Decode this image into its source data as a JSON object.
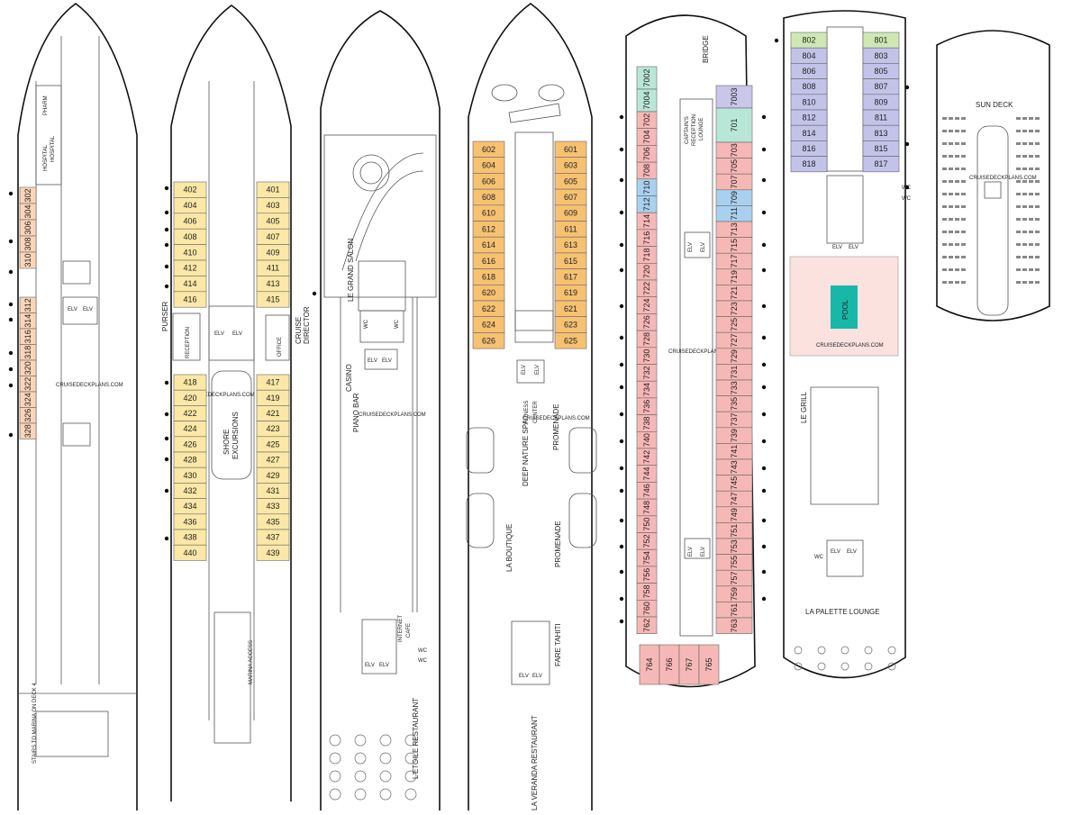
{
  "colors": {
    "deck3_cabin": "#f9d6b8",
    "deck4_cabin": "#fbe8a6",
    "deck6_cabin": "#f7c172",
    "deck7_cabin": "#f6b8b6",
    "deck7_blue": "#a9d1ef",
    "deck7_green": "#b9e7d7",
    "deck7_lilac": "#c9c6ea",
    "deck8_cabin": "#c3c3ea",
    "deck8_green": "#cfe8b3",
    "pool": "#18b7a9"
  },
  "deck3": {
    "labels": {
      "hospital": "HOSPITAL",
      "pharm": "PHARM",
      "hospital2": "HOSPITAL",
      "elv": "ELV",
      "stairs": "STAIRS TO MARINA ON DECK 4",
      "wm": "CRUISEDECKPLANS.COM"
    },
    "port": [
      "302",
      "304",
      "306",
      "308",
      "310",
      "312",
      "314",
      "316",
      "318",
      "320",
      "322",
      "324",
      "326",
      "328"
    ],
    "star": []
  },
  "deck4": {
    "labels": {
      "purser": "PURSER",
      "reception": "RECEPTION",
      "office": "OFFICE",
      "cruise": "CRUISE",
      "director": "DIRECTOR",
      "elv": "ELV",
      "shore": "SHORE",
      "excursions": "EXCURSIONS",
      "marina": "MARINA ACCESS",
      "wm": "CRUISEDECKPLANS.COM"
    },
    "port": [
      "402",
      "404",
      "406",
      "408",
      "410",
      "412",
      "414",
      "416",
      "418",
      "420",
      "422",
      "424",
      "426",
      "428",
      "430",
      "432",
      "434",
      "436",
      "438",
      "440"
    ],
    "star": [
      "401",
      "403",
      "405",
      "407",
      "409",
      "411",
      "413",
      "415",
      "417",
      "419",
      "421",
      "423",
      "425",
      "427",
      "429",
      "431",
      "433",
      "435",
      "437",
      "439"
    ]
  },
  "deck5": {
    "labels": {
      "salon": "LE GRAND SALON",
      "wc": "WC",
      "elv": "ELV",
      "casino": "CASINO",
      "piano": "PIANO BAR",
      "internet": "INTERNET",
      "cafe": "CAFE",
      "restaurant": "L'ETOILE RESTAURANT",
      "wm": "CRUISEDECKPLANS.COM"
    }
  },
  "deck6": {
    "labels": {
      "fitness": "FITNESS",
      "center": "CENTER",
      "spa": "DEEP NATURE SPA",
      "promenade": "PROMENADE",
      "boutique": "LA BOUTIQUE",
      "fare": "FARE TAHITI",
      "veranda": "LA VERANDA RESTAURANT",
      "elv": "ELV",
      "wm": "CRUISEDECKPLANS.COM"
    },
    "port": [
      "602",
      "604",
      "606",
      "608",
      "610",
      "612",
      "614",
      "616",
      "618",
      "620",
      "622",
      "624",
      "626"
    ],
    "star": [
      "601",
      "603",
      "605",
      "607",
      "609",
      "611",
      "613",
      "615",
      "617",
      "619",
      "621",
      "623",
      "625"
    ]
  },
  "deck7": {
    "labels": {
      "bridge": "BRIDGE",
      "captains": "CAPTAIN'S",
      "reception": "RECEPTION",
      "lounge": "LOUNGE",
      "elv": "ELV",
      "wm": "CRUISEDECKPLANS.COM"
    },
    "port_top": [
      "7002",
      "7004"
    ],
    "port": [
      "702",
      "704",
      "706",
      "708",
      "710",
      "712",
      "714",
      "716",
      "718",
      "720",
      "722",
      "724",
      "726",
      "728",
      "730",
      "732",
      "734",
      "736",
      "738",
      "740",
      "742",
      "744",
      "746",
      "748",
      "750",
      "752",
      "754",
      "756",
      "758",
      "760",
      "762"
    ],
    "star_top": [
      "7003",
      "701"
    ],
    "star": [
      "703",
      "705",
      "707",
      "709",
      "711",
      "713",
      "715",
      "717",
      "719",
      "721",
      "723",
      "725",
      "727",
      "729",
      "731",
      "733",
      "735",
      "737",
      "739",
      "741",
      "743",
      "745",
      "747",
      "749",
      "751",
      "753",
      "755",
      "757",
      "759",
      "761",
      "763"
    ],
    "stern": [
      "764",
      "766",
      "767",
      "765"
    ]
  },
  "deck8": {
    "labels": {
      "wc": "WC",
      "elv": "ELV",
      "pool": "POOL",
      "grill": "LE GRILL",
      "lounge": "LA PALETTE LOUNGE",
      "wm": "CRUISEDECKPLANS.COM"
    },
    "port": [
      "802",
      "804",
      "806",
      "808",
      "810",
      "812",
      "814",
      "816",
      "818"
    ],
    "star": [
      "801",
      "803",
      "805",
      "807",
      "809",
      "811",
      "813",
      "815",
      "817"
    ]
  },
  "deck9": {
    "labels": {
      "sun": "SUN DECK",
      "wm": "CRUISEDECKPLANS.COM"
    }
  }
}
